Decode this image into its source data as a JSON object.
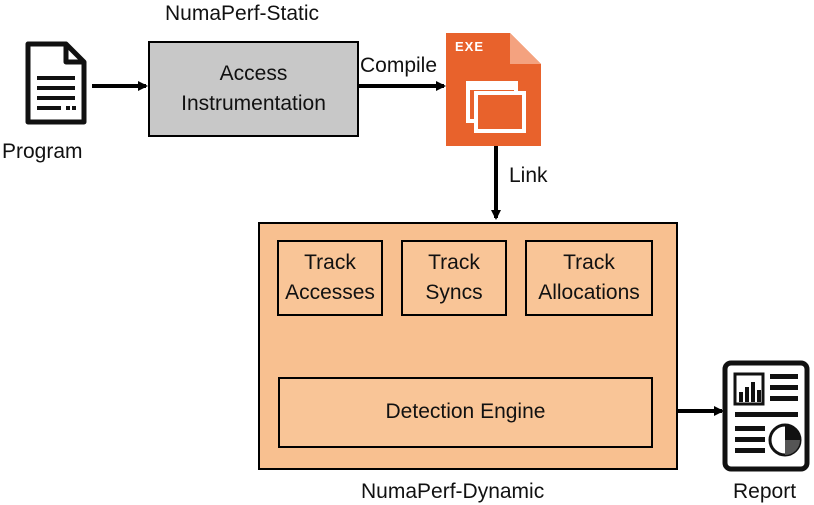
{
  "static_section": {
    "title": "NumaPerf-Static",
    "box_line1": "Access",
    "box_line2": "Instrumentation"
  },
  "program": {
    "label": "Program",
    "icon": "document-icon"
  },
  "compile": {
    "label": "Compile"
  },
  "exe": {
    "badge": "EXE",
    "icon": "exe-file-icon"
  },
  "link": {
    "label": "Link"
  },
  "dynamic_section": {
    "title": "NumaPerf-Dynamic",
    "track_accesses": {
      "line1": "Track",
      "line2": "Accesses"
    },
    "track_syncs": {
      "line1": "Track",
      "line2": "Syncs"
    },
    "track_allocations": {
      "line1": "Track",
      "line2": "Allocations"
    },
    "detection_engine": "Detection Engine"
  },
  "report": {
    "label": "Report",
    "icon": "report-icon"
  },
  "colors": {
    "static_box": "#c8c8c8",
    "dynamic_fill": "#f8c090",
    "exe_orange": "#e8622c",
    "exe_fold": "#f4a27f"
  }
}
